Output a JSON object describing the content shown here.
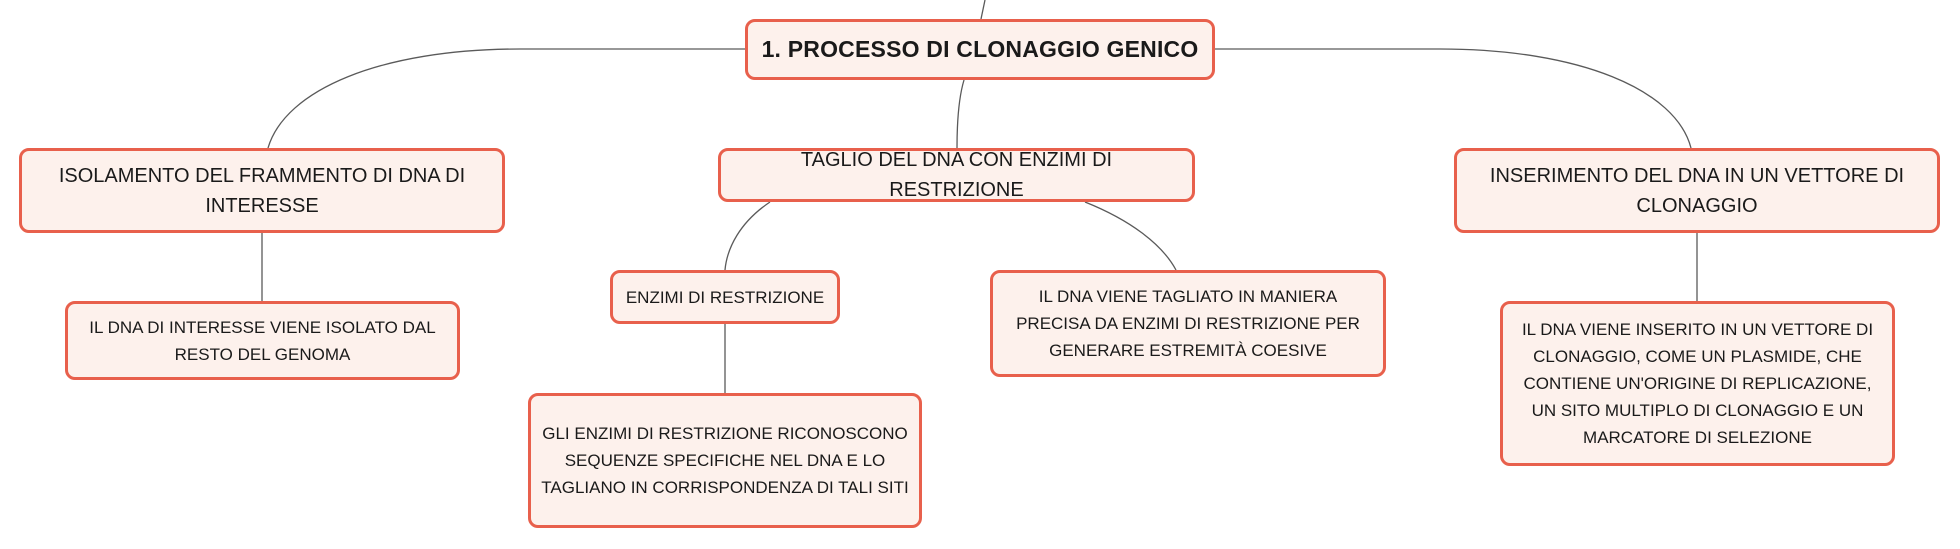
{
  "root": {
    "title": "1. PROCESSO DI CLONAGGIO GENICO"
  },
  "branches": {
    "isolamento": {
      "title": "ISOLAMENTO DEL FRAMMENTO DI DNA DI INTERESSE",
      "detail": "IL DNA DI INTERESSE VIENE ISOLATO DAL RESTO DEL GENOMA"
    },
    "taglio": {
      "title": "TAGLIO DEL DNA CON ENZIMI DI RESTRIZIONE",
      "enzimi": {
        "title": "ENZIMI DI RESTRIZIONE",
        "detail": "GLI ENZIMI DI RESTRIZIONE RICONOSCONO SEQUENZE SPECIFICHE NEL DNA E LO TAGLIANO IN CORRISPONDENZA DI TALI SITI"
      },
      "detail": "IL DNA VIENE TAGLIATO IN MANIERA PRECISA DA ENZIMI DI RESTRIZIONE PER GENERARE ESTREMITÀ COESIVE"
    },
    "inserimento": {
      "title": "INSERIMENTO DEL DNA IN UN VETTORE DI CLONAGGIO",
      "detail": "IL DNA VIENE INSERITO IN UN VETTORE DI CLONAGGIO, COME UN PLASMIDE, CHE CONTIENE UN'ORIGINE DI REPLICAZIONE, UN SITO MULTIPLO DI CLONAGGIO E UN MARCATORE DI SELEZIONE"
    }
  },
  "colors": {
    "node_border": "#e8604c",
    "node_fill": "#fdf1ec",
    "connector": "#5a5a5a"
  }
}
